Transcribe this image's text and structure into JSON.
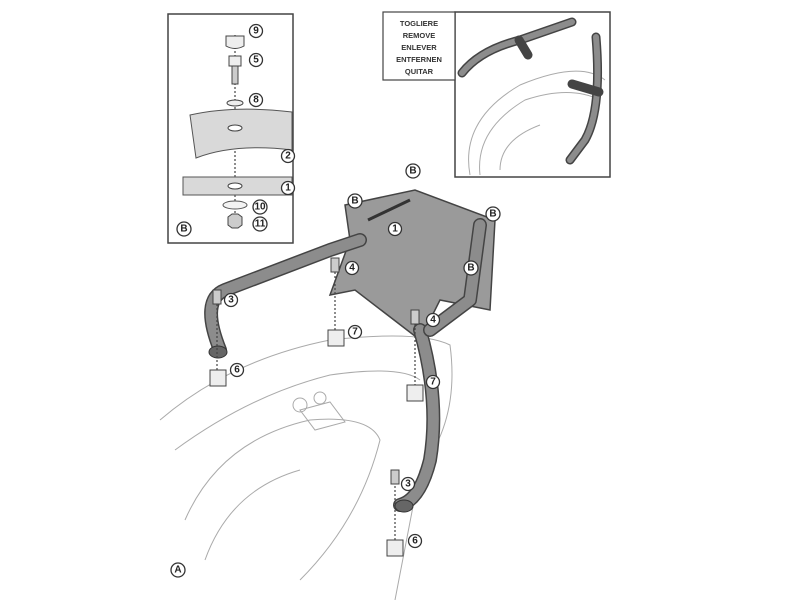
{
  "detail_b": {
    "callouts": [
      "9",
      "5",
      "8",
      "2",
      "1",
      "10",
      "11"
    ],
    "label": "B"
  },
  "remove_inset": {
    "lines": [
      "TOGLIERE",
      "REMOVE",
      "ENLEVER",
      "ENTFERNEN",
      "QUITAR"
    ]
  },
  "main": {
    "callouts_b": [
      "B",
      "B",
      "B",
      "B"
    ],
    "callouts": [
      "1",
      "4",
      "3",
      "4",
      "7",
      "6",
      "7",
      "3",
      "6"
    ],
    "view_label": "A"
  },
  "colors": {
    "frame": "#8c8c8c",
    "outline": "#444444",
    "panel": "#d9d9d9"
  }
}
